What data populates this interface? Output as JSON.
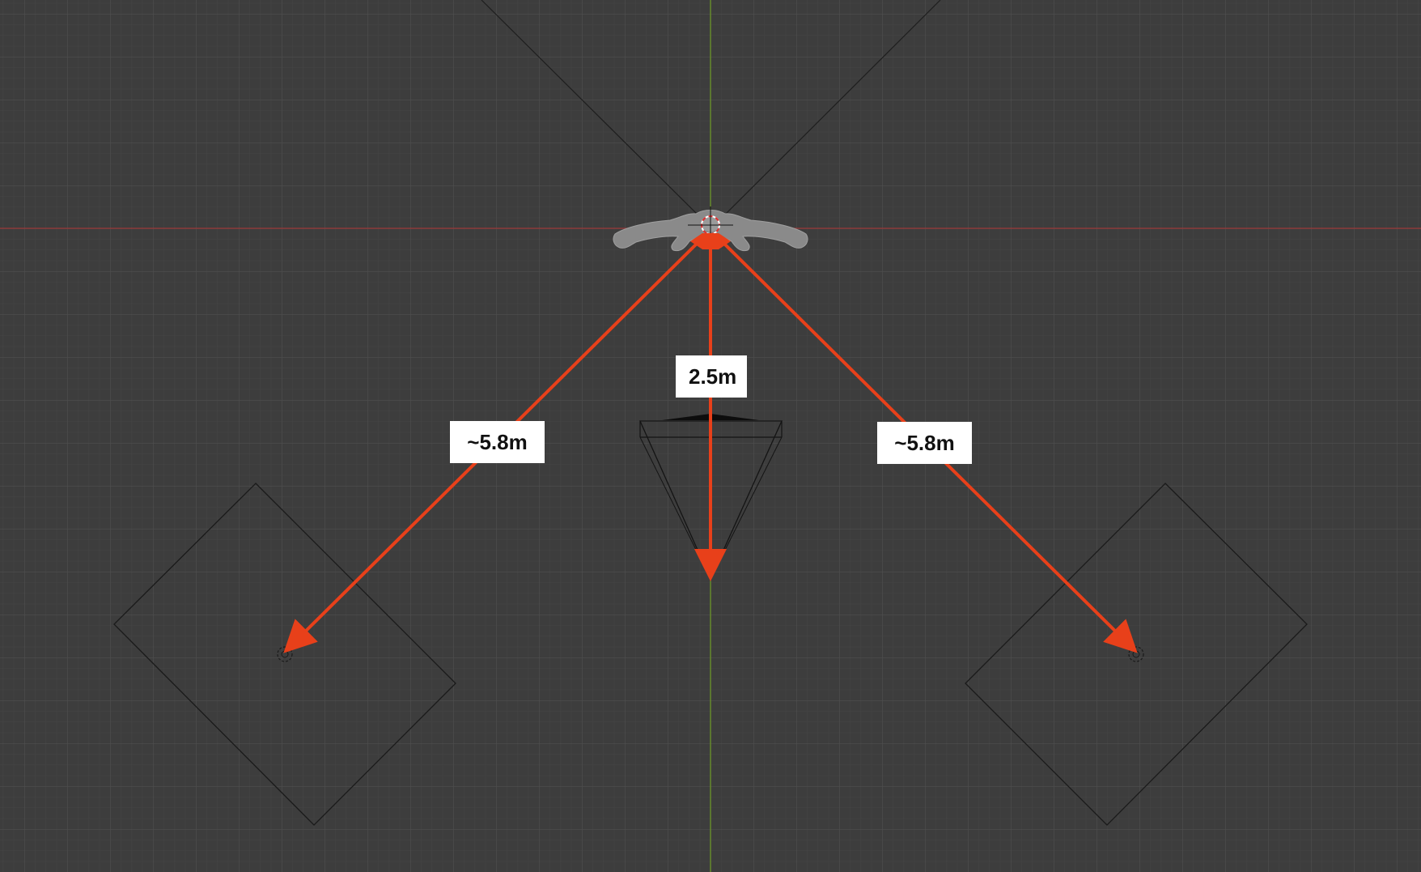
{
  "viewport": {
    "background_color": "#3d3d3d",
    "grid_minor_color": "#474747",
    "grid_major_color": "#525252",
    "x_axis_color": "#9b3a3a",
    "y_axis_color": "#6f9b24",
    "annotation_color": "#e8401a"
  },
  "scene": {
    "subject": "character-model",
    "camera": "camera-object",
    "lights": [
      "area-light-left",
      "area-light-right"
    ]
  },
  "annotations": {
    "center_distance": "2.5m",
    "left_distance": "~5.8m",
    "right_distance": "~5.8m"
  }
}
